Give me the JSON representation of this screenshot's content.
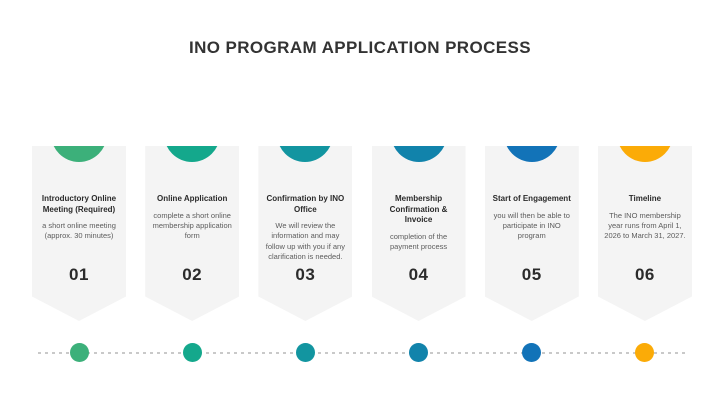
{
  "title": "INO PROGRAM APPLICATION PROCESS",
  "colors": {
    "background": "#ffffff",
    "card": "#f4f4f4",
    "title_text": "#333333",
    "body_text": "#5c5c5c",
    "dotted_line": "#c9c9c9"
  },
  "steps": [
    {
      "number": "01",
      "title": "Introductory Online Meeting (Required)",
      "body": "a short online meeting (approx. 30 minutes)",
      "icon": "people-icon",
      "color": "#3cb07a"
    },
    {
      "number": "02",
      "title": "Online Application",
      "body": "complete a short online membership application form",
      "icon": "clipboard-icon",
      "color": "#14a88c"
    },
    {
      "number": "03",
      "title": "Confirmation by INO Office",
      "body": "We will review the information and may follow up with you if any clarification is needed.",
      "icon": "briefcase-check-icon",
      "color": "#1295a0"
    },
    {
      "number": "04",
      "title": "Membership Confirmation & Invoice",
      "body": "completion of the payment process",
      "icon": "credit-card-icon",
      "color": "#1183ab"
    },
    {
      "number": "05",
      "title": "Start of Engagement",
      "body": "you will then be able to participate in INO program",
      "icon": "thumbs-up-icon",
      "color": "#1273b8"
    },
    {
      "number": "06",
      "title": "Timeline",
      "body": "The INO membership year runs from April 1, 2026 to March 31, 2027.",
      "icon": "clock-rewind-icon",
      "color": "#fbab07"
    }
  ]
}
